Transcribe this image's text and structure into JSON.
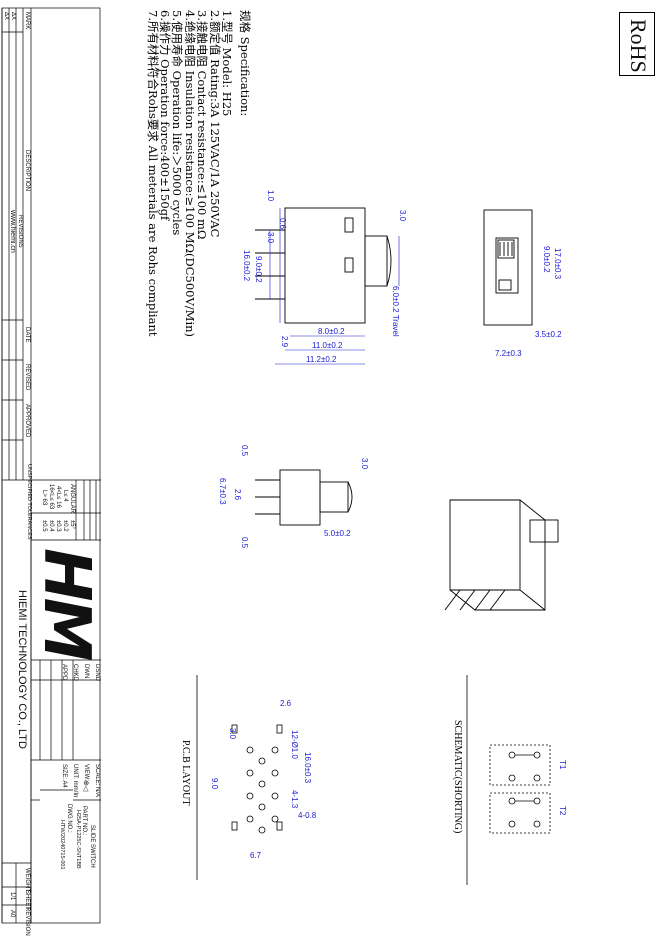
{
  "rohs": "RoHS",
  "specs": {
    "title": "规格 Specification:",
    "lines": [
      "1.型号 Model: H25",
      "2.额定值 Rating:3A 125VAC/1A 250VAC",
      "3.接触电阻 Contact resistance:≤100 mΩ",
      "4.绝缘电阻 Insulation resistance:≥100 MΩ(DC500V/Min)",
      "5.使用寿命 Operation life:＞5000 cycles",
      "6.操作力 Operation force:400±150gf",
      "7.所有材料符合Rohs要求 All meterials are Rohs compliant"
    ]
  },
  "title_block": {
    "revisions_table": {
      "rows": [
        "ΔX",
        "ΔX"
      ],
      "mark": "MARK",
      "description": "DESCRIPTION",
      "date": "DATE",
      "revised": "REVISED",
      "approved": "APPROVED",
      "heading": "REVISIONS",
      "website": "www.hiemi.cn"
    },
    "tolerances": {
      "heading": "UNSPECIFIED TOLERANCES",
      "angular_label": "ANGULAR",
      "angular_value": "±5°",
      "rows": [
        {
          "range": "L≤ 4",
          "value": "±0.2"
        },
        {
          "range": "4<L≤ 16",
          "value": "±0.3"
        },
        {
          "range": "16<L≤ 63",
          "value": "±0.4"
        },
        {
          "range": "L> 63",
          "value": "±0.5"
        }
      ]
    },
    "logo_text": "HM",
    "company": "HIEMI TECHNOLOGY CO., LTD",
    "roles": [
      "DSND",
      "DWN",
      "CHKD",
      "APPD"
    ],
    "scale": "SCALE: N/A",
    "view": "VIEW:",
    "unit": "UNIT: mm/In",
    "size": "SIZE: A4",
    "product": "SLIDE SWITCH",
    "part_no_label": "PART NO.:",
    "part_no": "H25A-P1225C-SNT1BB",
    "dwg_no_label": "DWG NO.:",
    "dwg_no": "HTW/20240715-001",
    "weight": "WEIGHT",
    "sheet": "SHEET",
    "sheet_value": "1/1",
    "revision": "REVISION",
    "revision_value": "A0"
  },
  "drawings": {
    "top_view_dims": [
      "1.0",
      "0.6",
      "3.0",
      "9.0±0.2",
      "16.0±0.2",
      "2.9",
      "8.0±0.2",
      "11.0±0.2",
      "11.2±0.2",
      "3.0",
      "6.0±0.2 Travel"
    ],
    "side_view_dims": [
      "17.0±0.3",
      "9.0±0.2",
      "3.5±0.2",
      "7.2±0.3"
    ],
    "front_view_dims": [
      "0.5",
      "2.6",
      "6.7±0.3",
      "0.5",
      "3.0",
      "5.0±0.2"
    ],
    "pcb_dims": [
      "2.6",
      "3.0",
      "12-Ø1.0",
      "16.0±0.3",
      "9.0",
      "4-1.3",
      "4-0.8",
      "6.7"
    ],
    "pcb_label": "P.C.B LAYOUT",
    "schematic_label": "SCHEMATIC(SHORTING)",
    "schematic_dims": [
      "T1",
      "T2"
    ]
  }
}
